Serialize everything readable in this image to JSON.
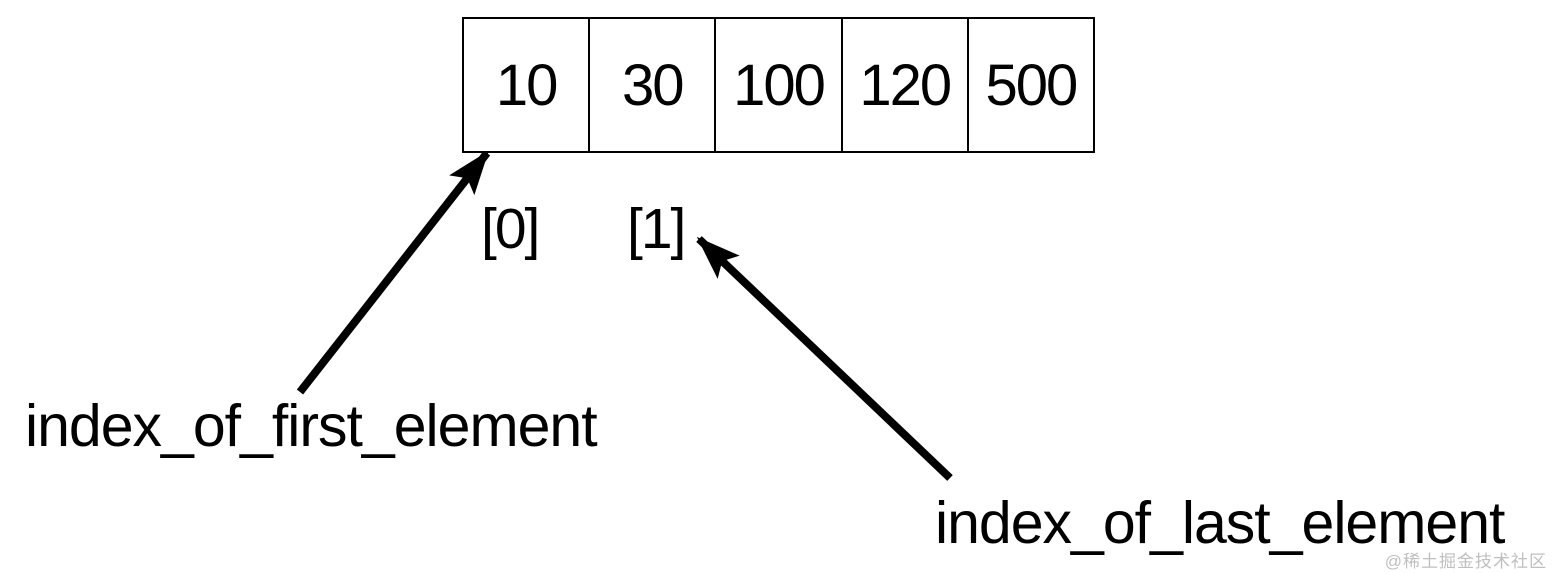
{
  "array": {
    "cells": [
      "10",
      "30",
      "100",
      "120",
      "500"
    ]
  },
  "indices": [
    "[0]",
    "[1]"
  ],
  "labels": {
    "first": "index_of_first_element",
    "last": "index_of_last_element"
  },
  "watermark": "@稀土掘金技术社区",
  "colors": {
    "ink": "#000000",
    "watermark": "#bfbfbf",
    "background": "#ffffff"
  }
}
